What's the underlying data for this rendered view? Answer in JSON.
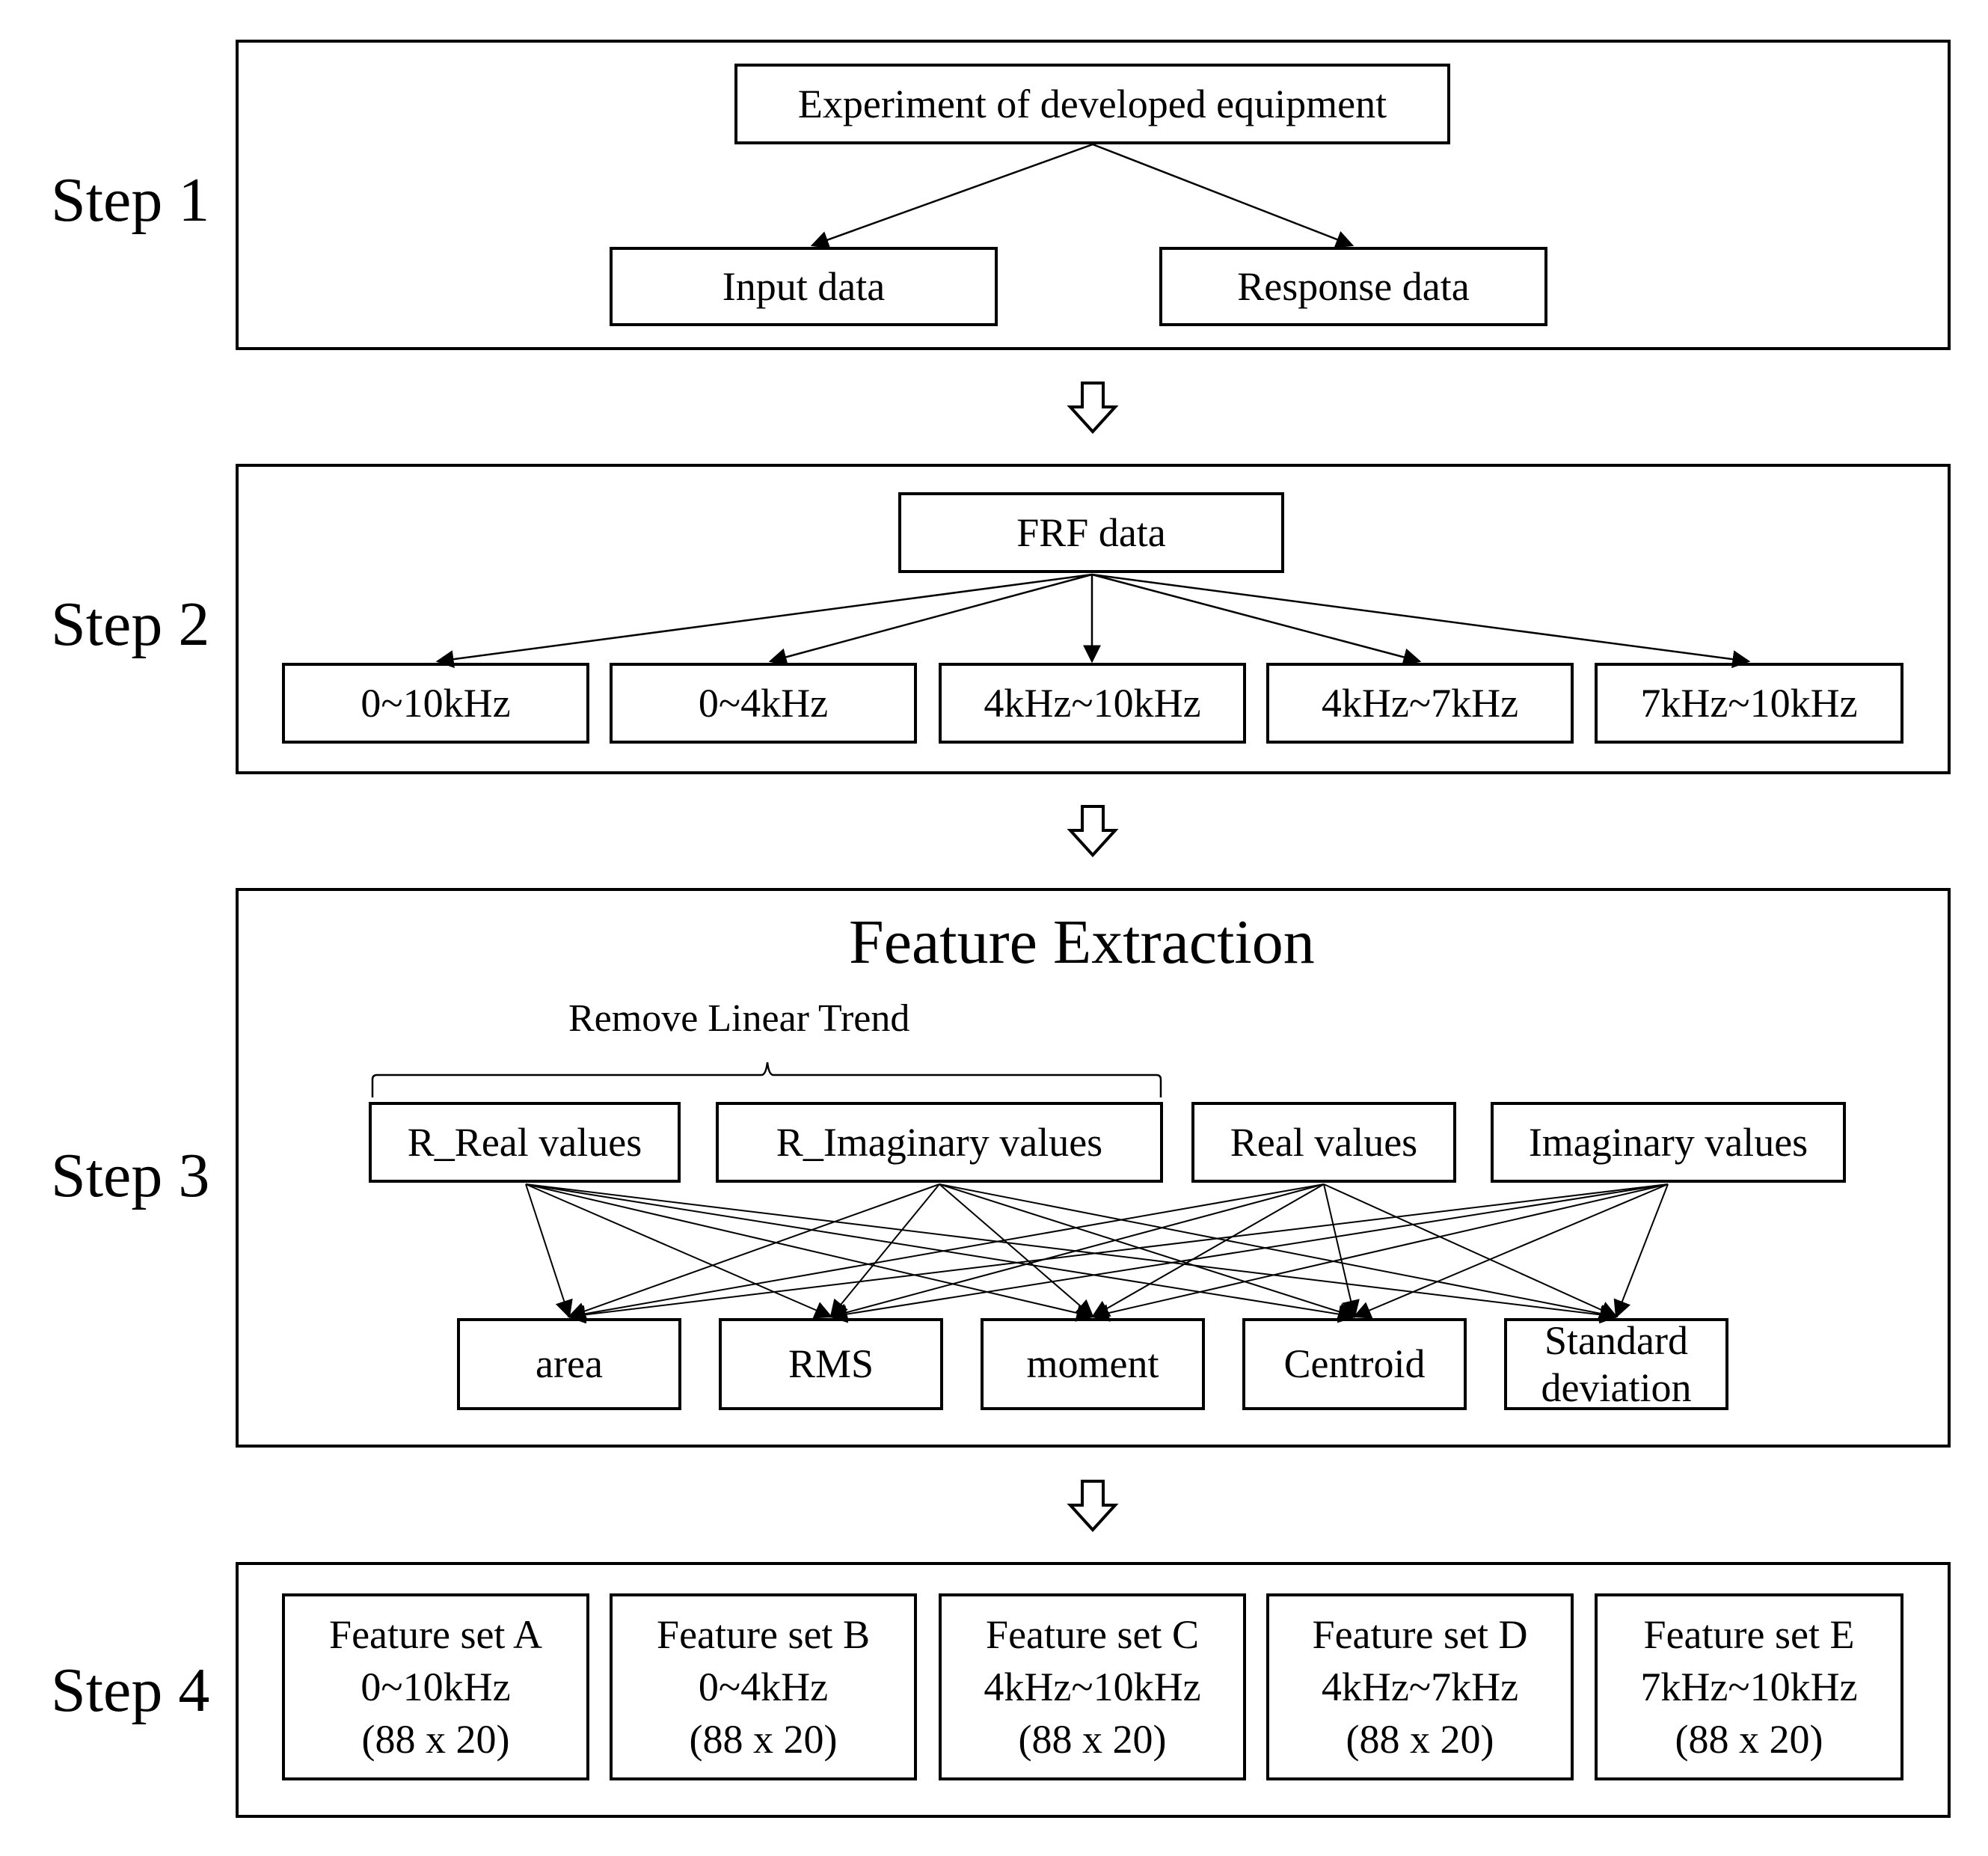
{
  "steps": [
    "Step 1",
    "Step 2",
    "Step 3",
    "Step 4"
  ],
  "step1": {
    "top": "Experiment of developed equipment",
    "left": "Input data",
    "right": "Response data"
  },
  "step2": {
    "top": "FRF data",
    "bands": [
      "0~10kHz",
      "0~4kHz",
      "4kHz~10kHz",
      "4kHz~7kHz",
      "7kHz~10kHz"
    ]
  },
  "step3": {
    "title": "Feature Extraction",
    "bracket_label": "Remove Linear Trend",
    "sources": [
      "R_Real values",
      "R_Imaginary values",
      "Real values",
      "Imaginary values"
    ],
    "features": [
      "area",
      "RMS",
      "moment",
      "Centroid",
      "Standard",
      "deviation"
    ]
  },
  "step4": {
    "sets": [
      {
        "name": "Feature set A",
        "range": "0~10kHz",
        "size": "(88 x 20)"
      },
      {
        "name": "Feature set B",
        "range": "0~4kHz",
        "size": "(88 x 20)"
      },
      {
        "name": "Feature set C",
        "range": "4kHz~10kHz",
        "size": "(88 x 20)"
      },
      {
        "name": "Feature set D",
        "range": "4kHz~7kHz",
        "size": "(88 x 20)"
      },
      {
        "name": "Feature set E",
        "range": "7kHz~10kHz",
        "size": "(88 x 20)"
      }
    ]
  }
}
